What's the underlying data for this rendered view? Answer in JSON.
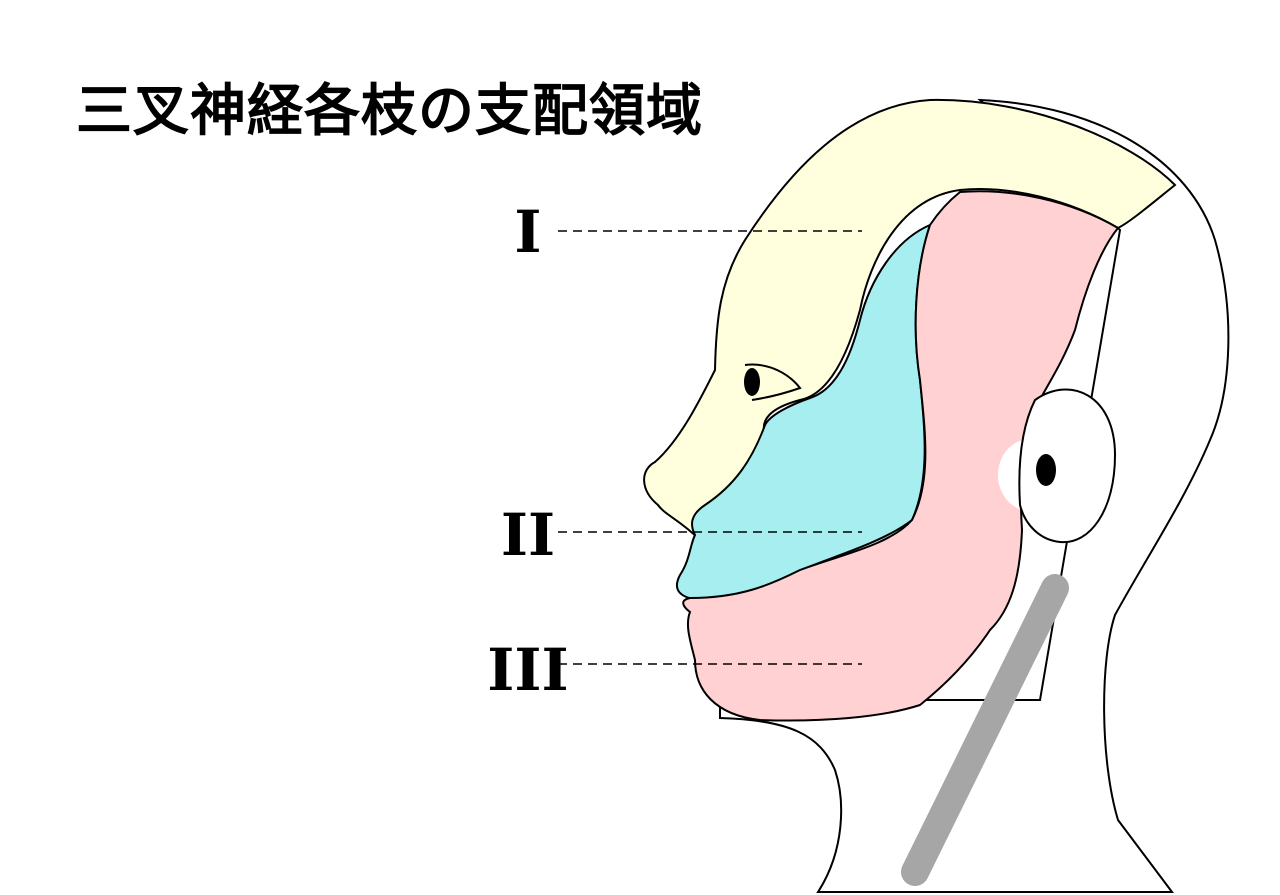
{
  "title": "三叉神経各枝の支配領域",
  "branches": [
    {
      "label": "I",
      "color": "#FFFFDE"
    },
    {
      "label": "II",
      "color": "#A6EEF0"
    },
    {
      "label": "III",
      "color": "#FFD1D3"
    }
  ],
  "colors": {
    "outline": "#000000",
    "neck_band": "#A6A6A6",
    "ear": "#FFFFFF"
  }
}
